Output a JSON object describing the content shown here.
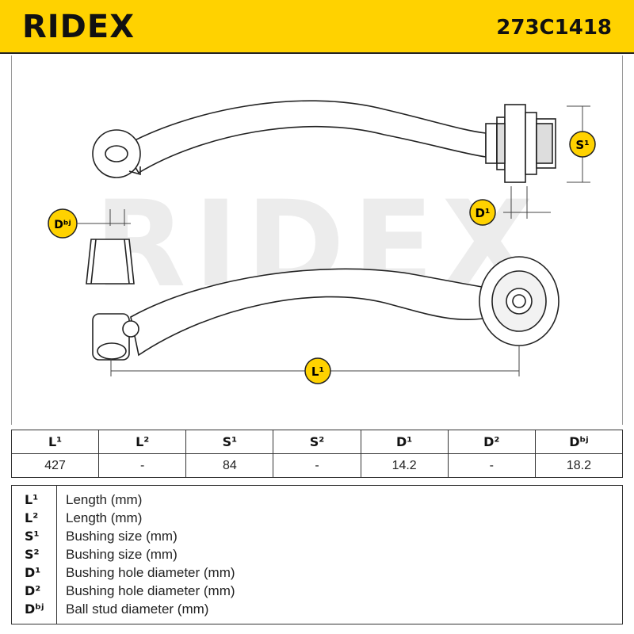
{
  "header": {
    "brand": "RIDEX",
    "part_number": "273C1418"
  },
  "drawing": {
    "watermark": "RIDEX",
    "labels": {
      "S1": "S¹",
      "D1": "D¹",
      "Dbj": "Dᵇʲ",
      "L1": "L¹"
    },
    "accent_color": "#ffd200"
  },
  "table": {
    "headers": [
      "L¹",
      "L²",
      "S¹",
      "S²",
      "D¹",
      "D²",
      "Dᵇʲ"
    ],
    "values": [
      "427",
      "-",
      "84",
      "-",
      "14.2",
      "-",
      "18.2"
    ]
  },
  "legend": [
    {
      "symbol": "L¹",
      "description": "Length (mm)"
    },
    {
      "symbol": "L²",
      "description": "Length (mm)"
    },
    {
      "symbol": "S¹",
      "description": "Bushing size (mm)"
    },
    {
      "symbol": "S²",
      "description": "Bushing size (mm)"
    },
    {
      "symbol": "D¹",
      "description": "Bushing hole diameter (mm)"
    },
    {
      "symbol": "D²",
      "description": "Bushing hole diameter (mm)"
    },
    {
      "symbol": "Dᵇʲ",
      "description": "Ball stud diameter (mm)"
    }
  ]
}
